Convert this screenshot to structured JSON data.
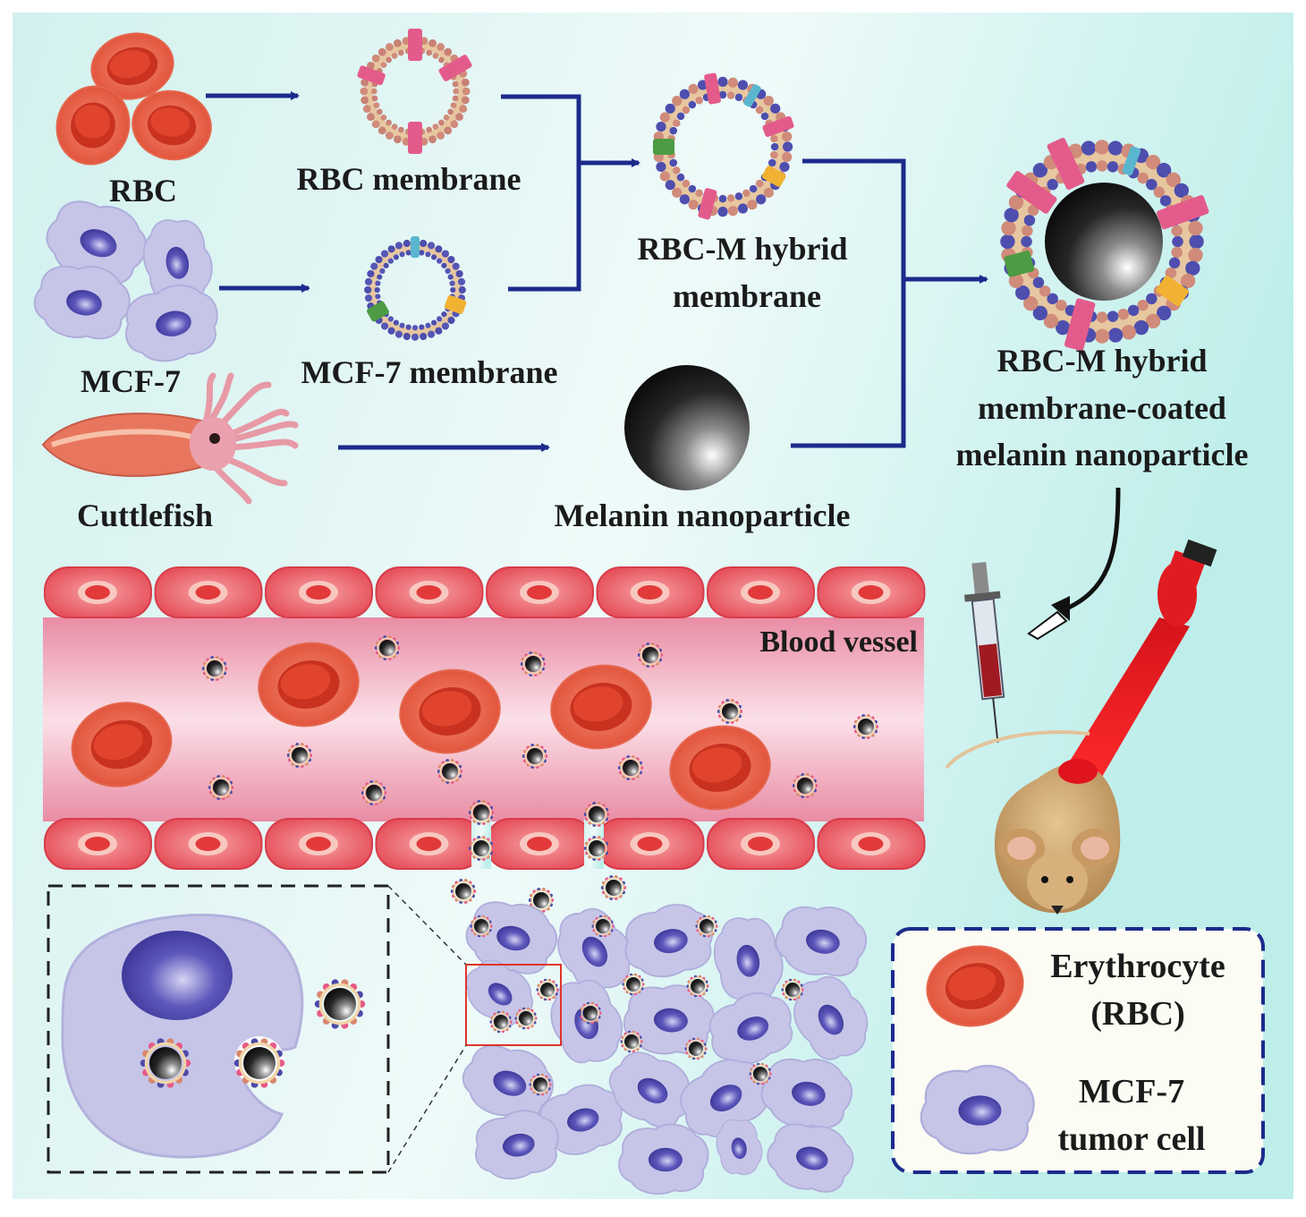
{
  "labels": {
    "rbc": "RBC",
    "rbc_membrane": "RBC membrane",
    "mcf7": "MCF-7",
    "mcf7_membrane": "MCF-7 membrane",
    "hybrid_line1": "RBC-M hybrid",
    "hybrid_line2": "membrane",
    "cuttlefish": "Cuttlefish",
    "melanin": "Melanin nanoparticle",
    "coated_line1": "RBC-M hybrid",
    "coated_line2": "membrane-coated",
    "coated_line3": "melanin nanoparticle",
    "blood_vessel": "Blood vessel"
  },
  "legend": {
    "erythrocyte_line1": "Erythrocyte",
    "erythrocyte_line2": "(RBC)",
    "tumor_line1": "MCF-7",
    "tumor_line2": "tumor cell"
  },
  "colors": {
    "arrow": "#1c2a8c",
    "rbc_outer": "#ef6a50",
    "rbc_inner": "#d62e1f",
    "tumor_body": "#c4c3e6",
    "tumor_nucleus": "#5a55b8",
    "vessel_wall": "#e8515d",
    "vessel_lumen": "#f3b7c6",
    "laser": "#e0141e",
    "legend_border": "#1c2a8c"
  }
}
